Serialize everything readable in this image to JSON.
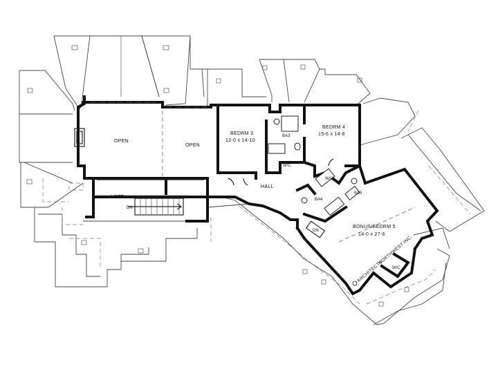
{
  "plan": {
    "rooms": {
      "open_left": "OPEN",
      "open_right": "OPEN",
      "bedrm3_name": "BEDRM 3",
      "bedrm3_size": "12-0 x 14-10",
      "bedrm4_name": "BEDRM 4",
      "bedrm4_size": "15-6 x 14-6",
      "ba3": "BA3",
      "ba4": "BA4",
      "ba5": "BA5",
      "wic_a": "W/C",
      "wic_b": "W/C",
      "wic_c": "W/C",
      "hall": "HALL",
      "loft": "LOFT",
      "dn_stair": "DN",
      "dn_small": "DN",
      "bonus_name": "BONUS/BEDRM 5",
      "bonus_size": "14-0 x 27-6"
    },
    "stamp": {
      "line1": "ARCHITECTS",
      "line2": "NORTHWEST INC."
    }
  }
}
